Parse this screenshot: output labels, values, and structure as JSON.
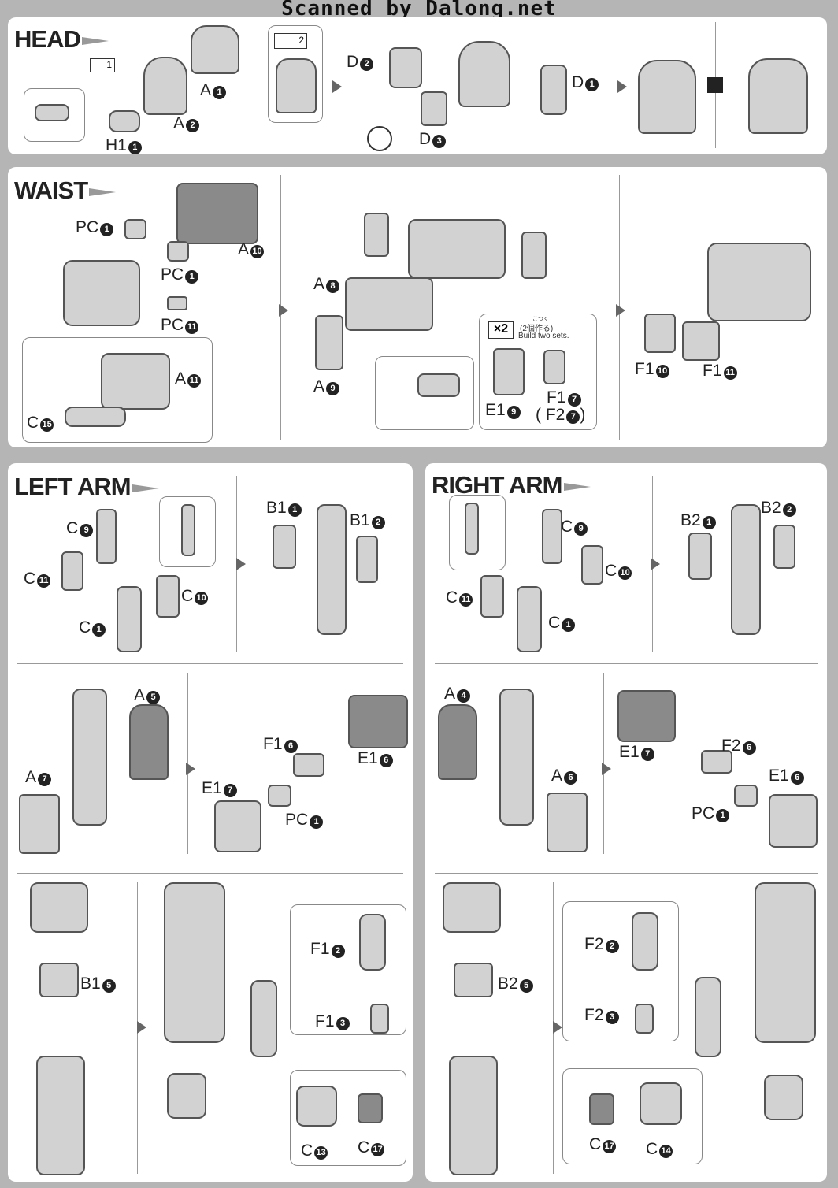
{
  "scan_credit": "Scanned by Dalong.net",
  "sections": {
    "head": "HEAD",
    "waist": "WAIST",
    "left_arm": "LEFT ARM",
    "right_arm": "RIGHT ARM"
  },
  "head": {
    "labels": {
      "a1": "A",
      "a2": "A",
      "h1": "H1",
      "d2": "D",
      "d1": "D",
      "d3": "D",
      "step1": "1",
      "step2": "2"
    },
    "nums": {
      "a1": "1",
      "a2": "2",
      "h1": "1",
      "d2": "2",
      "d1": "1",
      "d3": "3"
    }
  },
  "waist": {
    "pc1a": "PC",
    "pc1b": "PC",
    "pc11": "PC",
    "a10": "A",
    "a11": "A",
    "c15": "C",
    "a8": "A",
    "a9": "A",
    "f110": "F1",
    "f111": "F1",
    "e19": "E1",
    "f17": "F1",
    "f27": "( F2",
    "x2": "×2",
    "build_jp": "(2個作る)",
    "build_en": "Build two sets.",
    "furigana": "こつく",
    "nums": {
      "pc1a": "1",
      "pc1b": "1",
      "pc11": "11",
      "a10": "10",
      "a11": "11",
      "c15": "15",
      "a8": "8",
      "a9": "9",
      "f110": "10",
      "f111": "11",
      "e19": "9",
      "f17": "7",
      "f27": "7"
    }
  },
  "left_arm": {
    "c9": "C",
    "c11": "C",
    "c10": "C",
    "c1": "C",
    "b11": "B1",
    "b12": "B1",
    "a5": "A",
    "a7": "A",
    "f16": "F1",
    "e16": "E1",
    "e17": "E1",
    "pc1": "PC",
    "b15": "B1",
    "f12": "F1",
    "f13": "F1",
    "c13": "C",
    "c17": "C",
    "nums": {
      "c9": "9",
      "c11": "11",
      "c10": "10",
      "c1": "1",
      "b11": "1",
      "b12": "2",
      "a5": "5",
      "a7": "7",
      "f16": "6",
      "e16": "6",
      "e17": "7",
      "pc1": "1",
      "b15": "5",
      "f12": "2",
      "f13": "3",
      "c13": "13",
      "c17": "17"
    }
  },
  "right_arm": {
    "c9": "C",
    "c10": "C",
    "c11": "C",
    "c1": "C",
    "b21": "B2",
    "b22": "B2",
    "a4": "A",
    "a6": "A",
    "e17": "E1",
    "f26": "F2",
    "e16": "E1",
    "pc1": "PC",
    "b25": "B2",
    "f22": "F2",
    "f23": "F2",
    "c17": "C",
    "c14": "C",
    "nums": {
      "c9": "9",
      "c10": "10",
      "c11": "11",
      "c1": "1",
      "b21": "1",
      "b22": "2",
      "a4": "4",
      "a6": "6",
      "e17": "7",
      "f26": "6",
      "e16": "6",
      "pc1": "1",
      "b25": "5",
      "f22": "2",
      "f23": "3",
      "c17": "17",
      "c14": "14"
    }
  }
}
